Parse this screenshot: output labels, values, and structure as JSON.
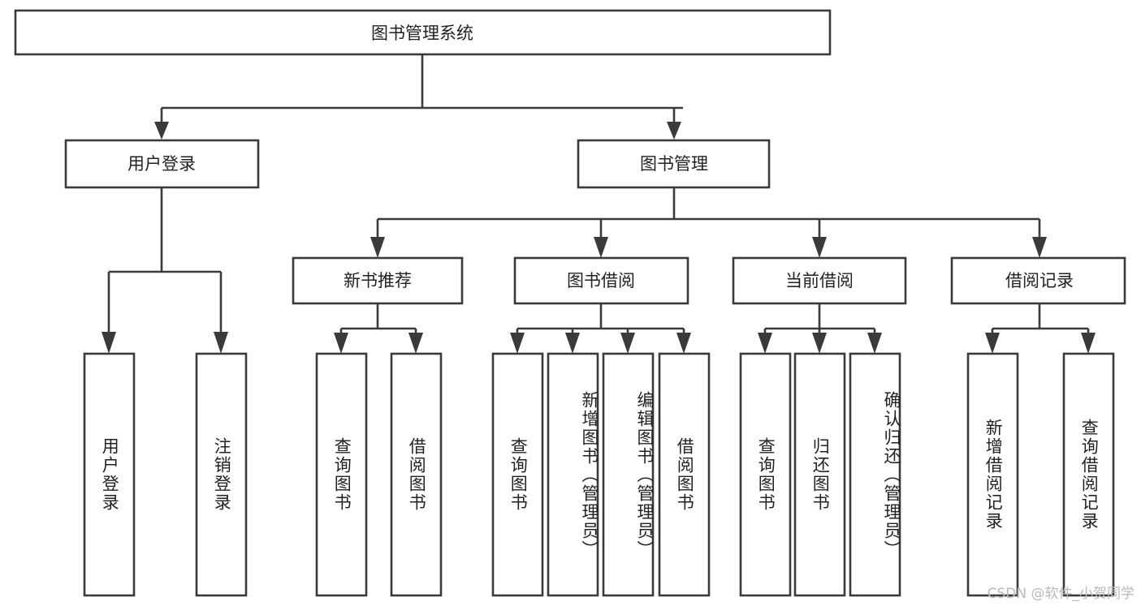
{
  "diagram": {
    "type": "tree-hierarchy",
    "title": "图书管理系统",
    "orientation": "top-down",
    "colors": {
      "box_stroke": "#3a3a3a",
      "box_fill": "#ffffff",
      "text": "#222222",
      "connector": "#3a3a3a",
      "background": "#ffffff",
      "watermark": "#b9b9b9"
    },
    "levels": 4
  },
  "root": {
    "id": "root",
    "label": "图书管理系统"
  },
  "level2": [
    {
      "id": "n-user-login",
      "label": "用户登录"
    },
    {
      "id": "n-book-manage",
      "label": "图书管理"
    }
  ],
  "level3": [
    {
      "id": "n-new-book-rec",
      "label": "新书推荐",
      "parent": "n-book-manage"
    },
    {
      "id": "n-book-borrow",
      "label": "图书借阅",
      "parent": "n-book-manage"
    },
    {
      "id": "n-current-borrow",
      "label": "当前借阅",
      "parent": "n-book-manage"
    },
    {
      "id": "n-borrow-record",
      "label": "借阅记录",
      "parent": "n-book-manage"
    }
  ],
  "leaves": [
    {
      "id": "l-user-login",
      "label": "用户登录",
      "parent": "n-user-login"
    },
    {
      "id": "l-logout-login",
      "label": "注销登录",
      "parent": "n-user-login"
    },
    {
      "id": "l-query-book-1",
      "label": "查询图书",
      "parent": "n-new-book-rec"
    },
    {
      "id": "l-borrow-book-1",
      "label": "借阅图书",
      "parent": "n-new-book-rec"
    },
    {
      "id": "l-query-book-2",
      "label": "查询图书",
      "parent": "n-book-borrow"
    },
    {
      "id": "l-add-book",
      "label": "新增图书（管理员）",
      "parent": "n-book-borrow"
    },
    {
      "id": "l-edit-book",
      "label": "编辑图书（管理员）",
      "parent": "n-book-borrow"
    },
    {
      "id": "l-borrow-book-2",
      "label": "借阅图书",
      "parent": "n-book-borrow"
    },
    {
      "id": "l-query-book-3",
      "label": "查询图书",
      "parent": "n-current-borrow"
    },
    {
      "id": "l-return-book",
      "label": "归还图书",
      "parent": "n-current-borrow"
    },
    {
      "id": "l-confirm-return",
      "label": "确认归还（管理员）",
      "parent": "n-current-borrow"
    },
    {
      "id": "l-add-record",
      "label": "新增借阅记录",
      "parent": "n-borrow-record"
    },
    {
      "id": "l-query-record",
      "label": "查询借阅记录",
      "parent": "n-borrow-record"
    }
  ],
  "watermark": {
    "text": "CSDN @软件_小贺同学"
  }
}
